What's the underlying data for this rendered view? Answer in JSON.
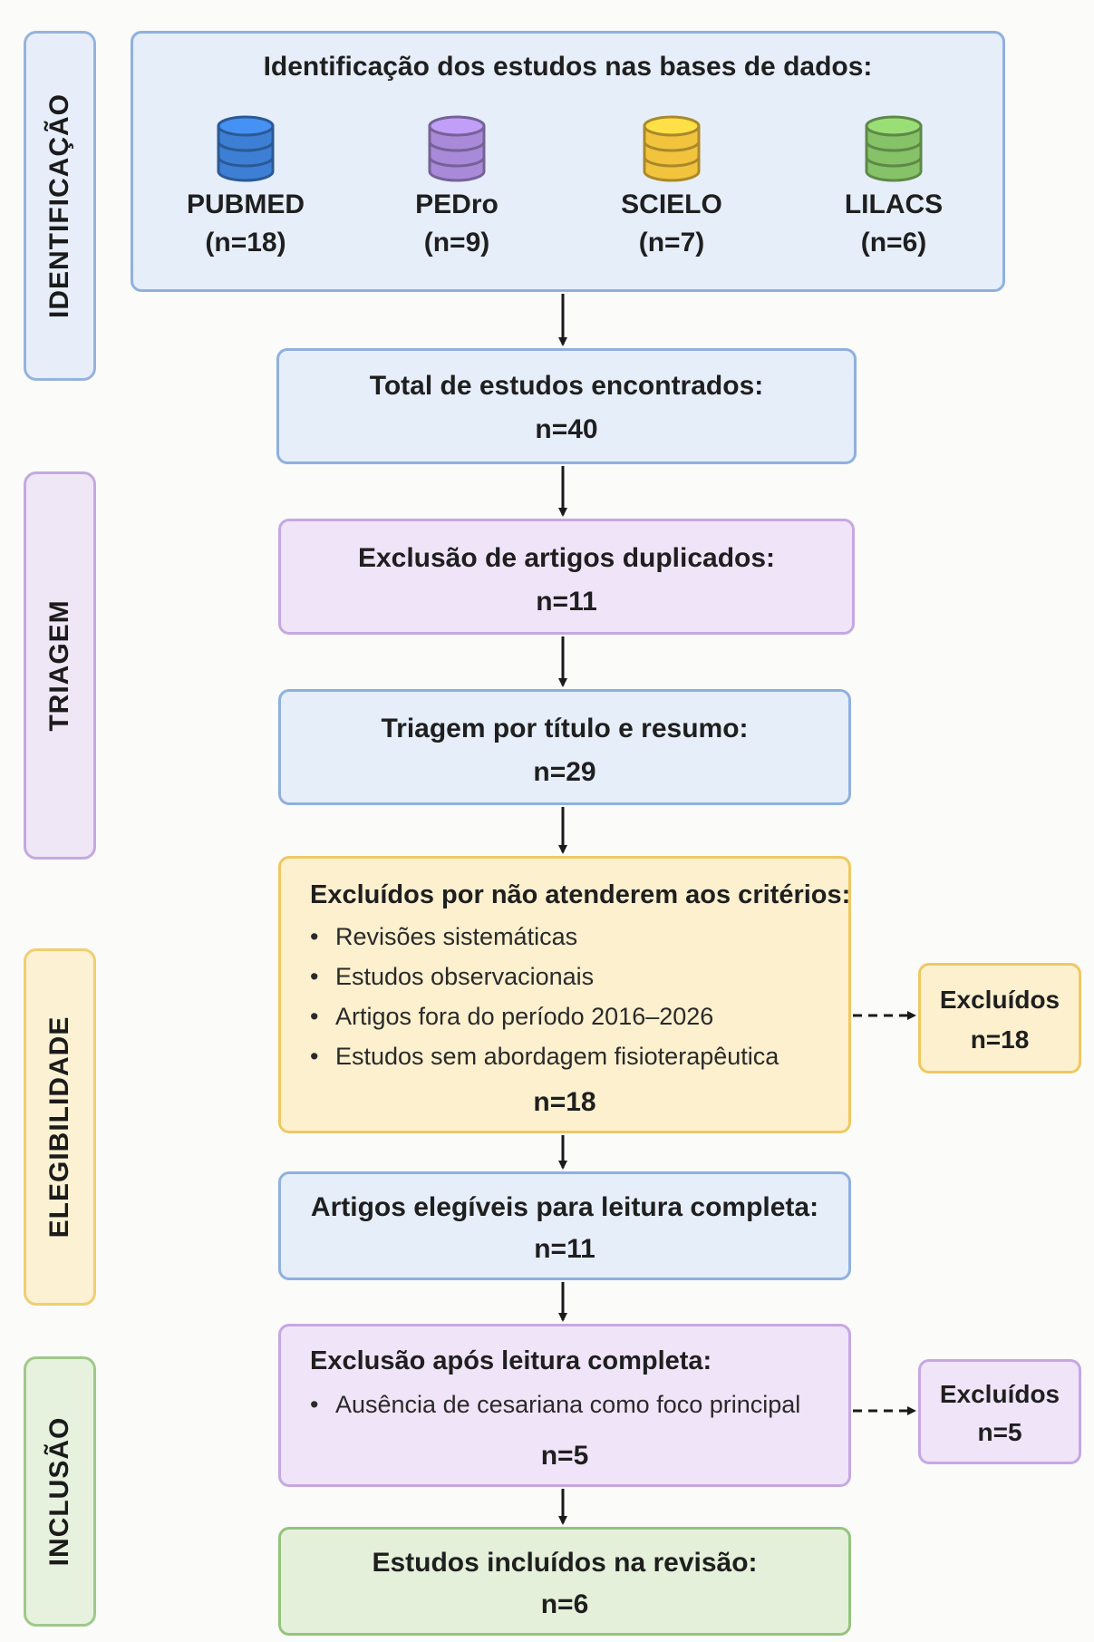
{
  "phases": {
    "identificacao": "IDENTIFICAÇÃO",
    "triagem": "TRIAGEM",
    "elegibilidade": "ELEGIBILIDADE",
    "inclusao": "INCLUSÃO"
  },
  "identification": {
    "title": "Identificação dos estudos nas bases de dados:",
    "databases": [
      {
        "name": "PUBMED",
        "count": "(n=18)",
        "color": "#3d7fd4",
        "icon": "database-icon"
      },
      {
        "name": "PEDro",
        "count": "(n=9)",
        "color": "#a88ad8",
        "icon": "database-icon"
      },
      {
        "name": "SCIELO",
        "count": "(n=7)",
        "color": "#f2c33d",
        "icon": "database-icon"
      },
      {
        "name": "LILACS",
        "count": "(n=6)",
        "color": "#86c267",
        "icon": "database-icon"
      }
    ]
  },
  "total": {
    "title": "Total de estudos encontrados:",
    "count": "n=40"
  },
  "duplicates": {
    "title": "Exclusão de artigos duplicados:",
    "count": "n=11"
  },
  "screening": {
    "title": "Triagem por título e resumo:",
    "count": "n=29"
  },
  "criteria": {
    "title": "Excluídos por não atenderem aos critérios:",
    "items": [
      "Revisões sistemáticas",
      "Estudos observacionais",
      "Artigos fora do período 2016–2026",
      "Estudos sem abordagem fisioterapêutica"
    ],
    "count": "n=18"
  },
  "excluded1": {
    "title": "Excluídos",
    "count": "n=18"
  },
  "eligible": {
    "title": "Artigos elegíveis para leitura completa:",
    "count": "n=11"
  },
  "fulltext": {
    "title": "Exclusão após leitura completa:",
    "items": [
      "Ausência de cesariana como foco principal"
    ],
    "count": "n=5"
  },
  "excluded2": {
    "title": "Excluídos",
    "count": "n=5"
  },
  "included": {
    "title": "Estudos incluídos na revisão:",
    "count": "n=6"
  },
  "colors": {
    "blue": "#8fb0df",
    "purple": "#c7a7e2",
    "yellow": "#efc862",
    "green": "#94c47c"
  }
}
